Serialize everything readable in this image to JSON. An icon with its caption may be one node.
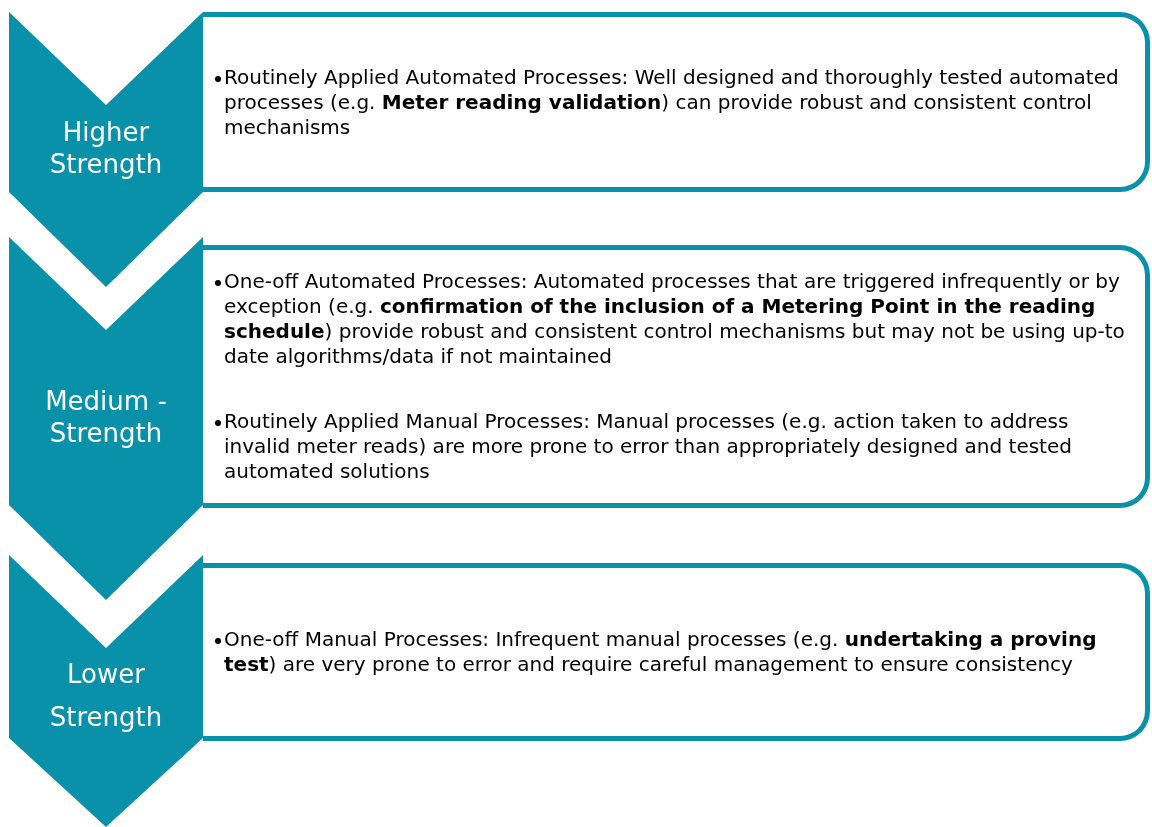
{
  "diagram": {
    "nodes": [
      {
        "text": [
          "Higher Strength"
        ]
      },
      {
        "text": [
          "Routinely Applied Automated Processes: Well designed and thoroughly tested automated processes (e.g. **Meter reading validation**) can provide robust and consistent control mechanisms"
        ]
      },
      {
        "text": [
          "Medium - Strength"
        ]
      },
      {
        "text": [
          "One-off Automated Processes: Automated processes that are triggered infrequently or by exception (e.g. **confirmation of the inclusion of a Metering Point in the reading schedule**) provide robust and consistent control mechanisms but may not be using up-to date algorithms/data if not maintained",
          "Routinely Applied Manual Processes: Manual processes (e.g. action taken to address invalid meter reads) are more prone to error than appropriately designed and tested automated solutions"
        ]
      },
      {
        "text": [
          "Lower Strength"
        ]
      },
      {
        "text": [
          "One-off Manual Processes: Infrequent manual processes (e.g. **undertaking a proving test**) are very prone to error and require careful management to ensure consistency"
        ]
      }
    ],
    "edges": []
  }
}
